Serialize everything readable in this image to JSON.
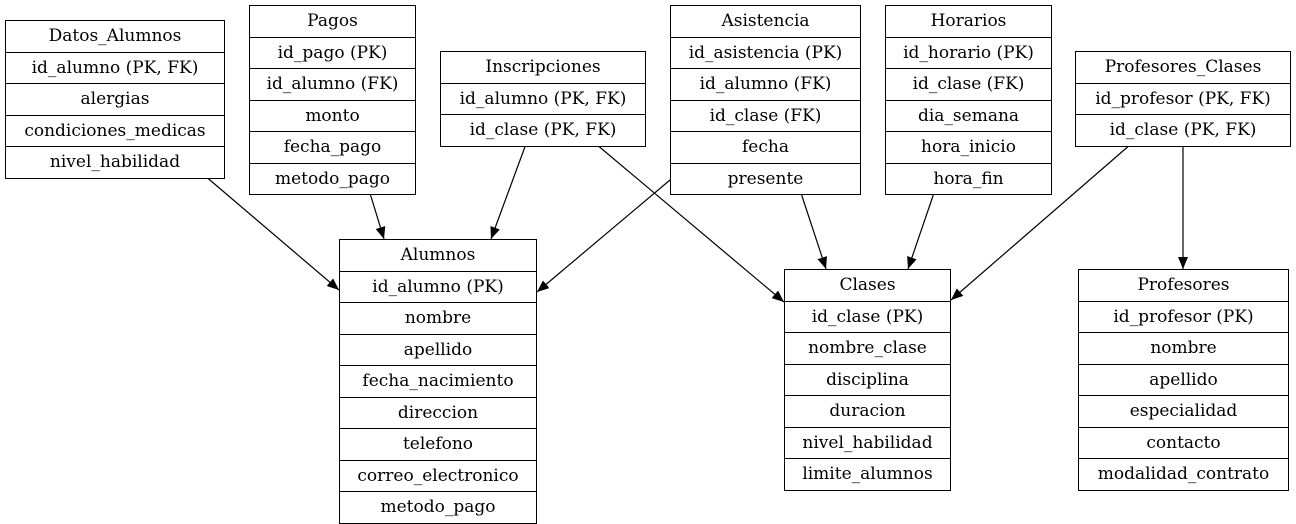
{
  "entities": {
    "datos_alumnos": {
      "title": "Datos_Alumnos",
      "fields": [
        "id_alumno (PK, FK)",
        "alergias",
        "condiciones_medicas",
        "nivel_habilidad"
      ]
    },
    "pagos": {
      "title": "Pagos",
      "fields": [
        "id_pago (PK)",
        "id_alumno (FK)",
        "monto",
        "fecha_pago",
        "metodo_pago"
      ]
    },
    "inscripciones": {
      "title": "Inscripciones",
      "fields": [
        "id_alumno (PK, FK)",
        "id_clase (PK, FK)"
      ]
    },
    "asistencia": {
      "title": "Asistencia",
      "fields": [
        "id_asistencia (PK)",
        "id_alumno (FK)",
        "id_clase (FK)",
        "fecha",
        "presente"
      ]
    },
    "horarios": {
      "title": "Horarios",
      "fields": [
        "id_horario (PK)",
        "id_clase (FK)",
        "dia_semana",
        "hora_inicio",
        "hora_fin"
      ]
    },
    "profesores_clases": {
      "title": "Profesores_Clases",
      "fields": [
        "id_profesor (PK, FK)",
        "id_clase (PK, FK)"
      ]
    },
    "alumnos": {
      "title": "Alumnos",
      "fields": [
        "id_alumno (PK)",
        "nombre",
        "apellido",
        "fecha_nacimiento",
        "direccion",
        "telefono",
        "correo_electronico",
        "metodo_pago"
      ]
    },
    "clases": {
      "title": "Clases",
      "fields": [
        "id_clase (PK)",
        "nombre_clase",
        "disciplina",
        "duracion",
        "nivel_habilidad",
        "limite_alumnos"
      ]
    },
    "profesores": {
      "title": "Profesores",
      "fields": [
        "id_profesor (PK)",
        "nombre",
        "apellido",
        "especialidad",
        "contacto",
        "modalidad_contrato"
      ]
    }
  },
  "relationships": [
    {
      "from": "datos_alumnos",
      "to": "alumnos"
    },
    {
      "from": "pagos",
      "to": "alumnos"
    },
    {
      "from": "inscripciones",
      "to": "alumnos"
    },
    {
      "from": "inscripciones",
      "to": "clases"
    },
    {
      "from": "asistencia",
      "to": "alumnos"
    },
    {
      "from": "asistencia",
      "to": "clases"
    },
    {
      "from": "horarios",
      "to": "clases"
    },
    {
      "from": "profesores_clases",
      "to": "clases"
    },
    {
      "from": "profesores_clases",
      "to": "profesores"
    }
  ]
}
